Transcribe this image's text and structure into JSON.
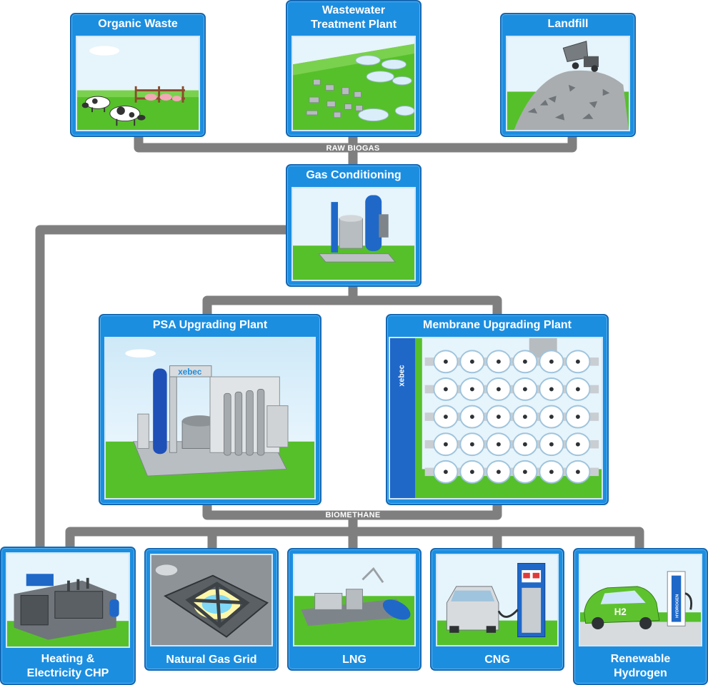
{
  "diagram": {
    "sources": [
      {
        "id": "organic-waste",
        "label": "Organic Waste"
      },
      {
        "id": "wastewater",
        "label_lines": [
          "Wastewater",
          "Treatment Plant"
        ]
      },
      {
        "id": "landfill",
        "label": "Landfill"
      }
    ],
    "conditioning": {
      "label": "Gas Conditioning"
    },
    "upgrading": [
      {
        "id": "psa",
        "label": "PSA Upgrading Plant",
        "brand": "xebec"
      },
      {
        "id": "membrane",
        "label": "Membrane Upgrading Plant",
        "brand": "xebec"
      }
    ],
    "outputs": [
      {
        "id": "chp",
        "label_lines": [
          "Heating &",
          "Electricity CHP"
        ]
      },
      {
        "id": "grid",
        "label": "Natural Gas Grid"
      },
      {
        "id": "lng",
        "label": "LNG"
      },
      {
        "id": "cng",
        "label": "CNG"
      },
      {
        "id": "hydrogen",
        "label_lines": [
          "Renewable",
          "Hydrogen"
        ],
        "car_text": "H2",
        "dispenser_text": "HYDROGEN"
      }
    ],
    "edges": [
      {
        "from": "sources",
        "to": "conditioning",
        "label": "RAW BIOGAS"
      },
      {
        "from": "conditioning",
        "to": "upgrading",
        "label": ""
      },
      {
        "from": "conditioning",
        "to": "chp",
        "label": ""
      },
      {
        "from": "upgrading",
        "to": "outputs",
        "label": "BIOMETHANE"
      }
    ]
  },
  "colors": {
    "tile_blue": "#1c8ee0",
    "tile_border": "#1468b3",
    "connector": "#7f7f7f",
    "grass": "#56c02b",
    "sky": "#dff1fb"
  }
}
